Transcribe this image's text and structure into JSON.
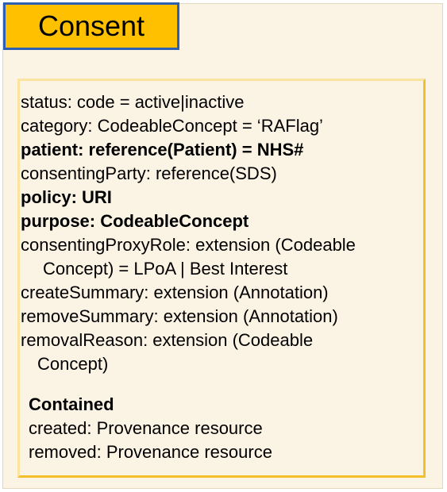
{
  "title": "Consent",
  "attributes": [
    {
      "text": "status: code = active|inactive",
      "bold": false
    },
    {
      "text": "category: CodeableConcept = ‘RAFlag’",
      "bold": false
    },
    {
      "text": "patient: reference(Patient) = NHS#",
      "bold": true
    },
    {
      "text": "consentingParty: reference(SDS)",
      "bold": false
    },
    {
      "text": "policy: URI",
      "bold": true
    },
    {
      "text": "purpose: CodeableConcept",
      "bold": true
    },
    {
      "text": "consentingProxyRole: extension (Codeable",
      "bold": false
    },
    {
      "text": "Concept) = LPoA | Best Interest",
      "bold": false
    },
    {
      "text": "createSummary: extension (Annotation)",
      "bold": false
    },
    {
      "text": "removeSummary: extension (Annotation)",
      "bold": false
    },
    {
      "text": "removalReason: extension (Codeable",
      "bold": false
    },
    {
      "text": "Concept)",
      "bold": false
    }
  ],
  "contained": {
    "heading": "Contained",
    "items": [
      "created: Provenance resource",
      "removed: Provenance resource"
    ]
  },
  "colors": {
    "background": "#fbf3e3",
    "title_fill": "#ffc000",
    "title_border": "#2f5fb0",
    "box_border": "#f3bf2a"
  }
}
